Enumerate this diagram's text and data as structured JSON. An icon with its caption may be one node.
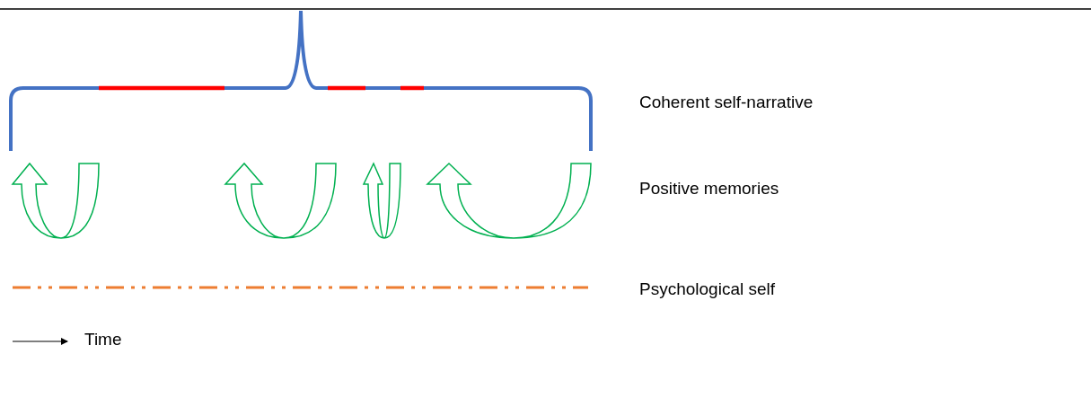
{
  "diagram": {
    "labels": [
      "Coherent self-narrative",
      "Positive memories",
      "Psychological self",
      "Time"
    ]
  }
}
